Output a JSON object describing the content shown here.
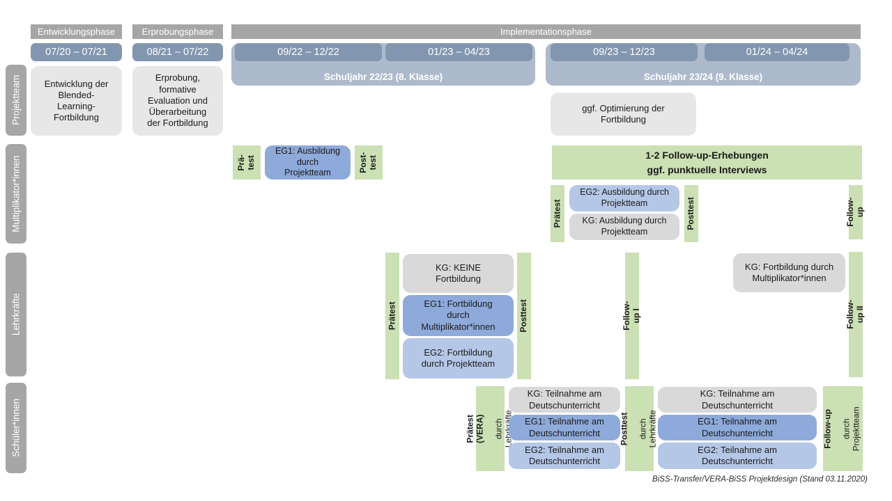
{
  "colors": {
    "phase": "#a6a6a6",
    "date": "#8296af",
    "sy": "#adbacb",
    "neutral": "#e8e7e7",
    "kg": "#d9d9d9",
    "eg1": "#8eaadb",
    "eg2": "#b5c7e7",
    "green": "#cbe0b3"
  },
  "phases": {
    "p1": "Entwicklungsphase",
    "p2": "Erprobungsphase",
    "p3": "Implementationsphase"
  },
  "dates": {
    "d1": "07/20 – 07/21",
    "d2": "08/21 – 07/22",
    "d3": "09/22 – 12/22",
    "d4": "01/23 – 04/23",
    "d5": "09/23 – 12/23",
    "d6": "01/24 – 04/24"
  },
  "school_years": {
    "sy1": "Schuljahr 22/23 (8. Klasse)",
    "sy2": "Schuljahr 23/24 (9. Klasse)"
  },
  "row_labels": {
    "r1": "Projektteam",
    "r2": "Multiplikator*innen",
    "r3": "Lehrkräfte",
    "r4": "Schüler*innen"
  },
  "projektteam": {
    "development": "Entwicklung der\nBlended-\nLearning-\nFortbildung",
    "probing": "Erprobung,\nformative\nEvaluation und\nÜberarbeitung\nder Fortbildung",
    "optimization": "ggf. Optimierung der\nFortbildung"
  },
  "multiplikatoren": {
    "praetest1": "Prä-\ntest",
    "eg1": "EG1: Ausbildung\ndurch\nProjektteam",
    "posttest1": "Post-\ntest",
    "followup_box": "1-2 Follow-up-Erhebungen\nggf. punktuelle Interviews",
    "praetest2": "Prätest",
    "eg2": "EG2: Ausbildung durch\nProjektteam",
    "kg": "KG: Ausbildung durch\nProjektteam",
    "posttest2": "Posttest",
    "followup": "Follow-up"
  },
  "lehrkraefte": {
    "praetest": "Prätest",
    "kg1": "KG: KEINE\nFortbildung",
    "eg1": "EG1: Fortbildung\ndurch\nMultiplikator*innen",
    "eg2": "EG2: Fortbildung\ndurch Projektteam",
    "posttest": "Posttest",
    "followup1": "Follow-up I",
    "kg2": "KG: Fortbildung durch\nMultiplikator*innen",
    "followup2": "Follow-up II"
  },
  "schueler": {
    "praetest_main": "Prätest (VERA)",
    "praetest_sub": "durch Lehrkräfte",
    "kg1": "KG: Teilnahme am\nDeutschunterricht",
    "eg1a": "EG1: Teilnahme am\nDeutschunterricht",
    "eg2a": "EG2: Teilnahme am\nDeutschunterricht",
    "posttest_main": "Posttest",
    "posttest_sub": "durch Lehrkräfte",
    "kg2": "KG: Teilnahme am\nDeutschunterricht",
    "eg1b": "EG1: Teilnahme am\nDeutschunterricht",
    "eg2b": "EG2: Teilnahme am\nDeutschunterricht",
    "followup_main": "Follow-up",
    "followup_sub": "durch\nProjektteam"
  },
  "footer": "BiSS-Transfer/VERA-BiSS Projektdesign (Stand 03.11.2020)"
}
